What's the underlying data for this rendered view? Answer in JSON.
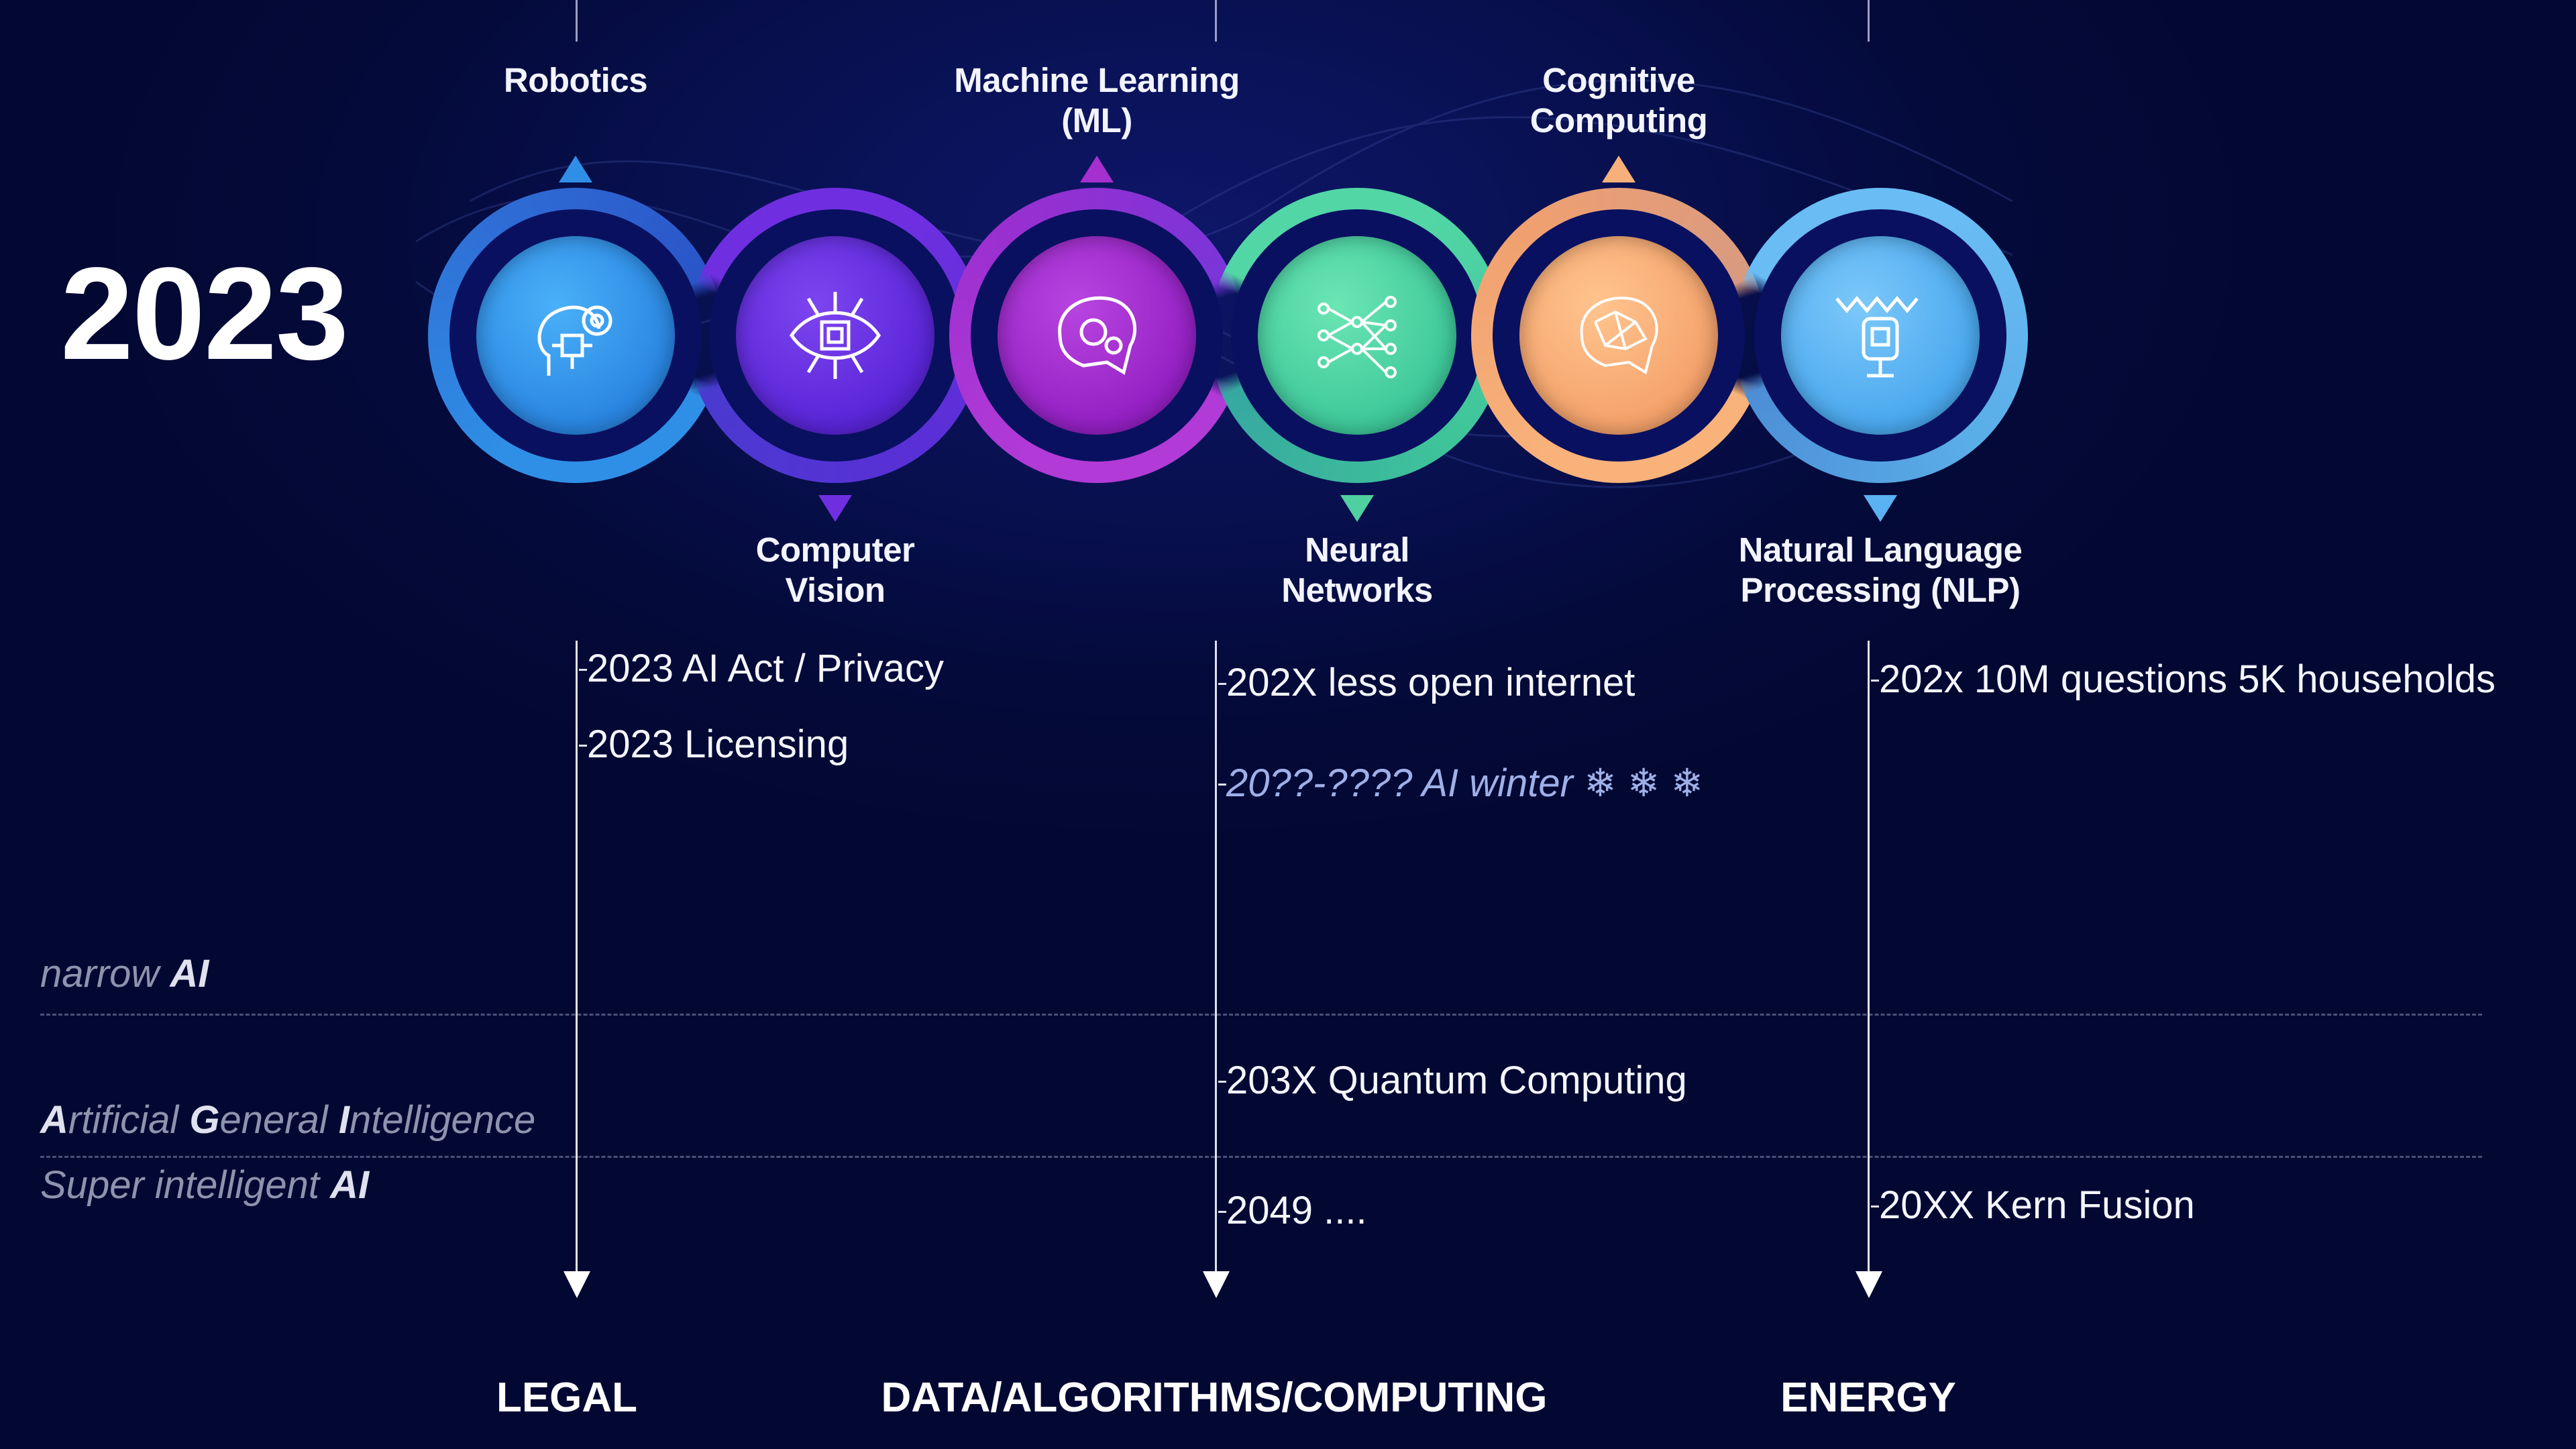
{
  "year": "2023",
  "technologies": [
    {
      "label": "Robotics",
      "position": "top",
      "color": "#2f8fe6",
      "icon": "robot-head-gear-icon"
    },
    {
      "label": "Computer\nVision",
      "position": "bottom",
      "color": "#6f2fe0",
      "icon": "eye-chip-icon"
    },
    {
      "label": "Machine Learning\n(ML)",
      "position": "top",
      "color": "#a62fd0",
      "icon": "brain-gears-icon"
    },
    {
      "label": "Neural\nNetworks",
      "position": "bottom",
      "color": "#4fd0a0",
      "icon": "neural-network-icon"
    },
    {
      "label": "Cognitive\nComputing",
      "position": "top",
      "color": "#f7b07a",
      "icon": "brain-network-icon"
    },
    {
      "label": "Natural Language\nProcessing (NLP)",
      "position": "bottom",
      "color": "#5ab2f2",
      "icon": "microphone-icon"
    }
  ],
  "columns": [
    {
      "category": "LEGAL",
      "events": [
        {
          "text": "2023 AI Act / Privacy",
          "style": "normal"
        },
        {
          "text": "2023 Licensing",
          "style": "normal"
        }
      ]
    },
    {
      "category": "DATA/ALGORITHMS/COMPUTING",
      "events": [
        {
          "text": "202X less open internet",
          "style": "normal"
        },
        {
          "text": "20??-????  AI winter ❄ ❄ ❄",
          "style": "muted"
        },
        {
          "text": "203X Quantum Computing",
          "style": "normal"
        },
        {
          "text": "2049 ....",
          "style": "normal"
        }
      ]
    },
    {
      "category": "ENERGY",
      "events": [
        {
          "text": "202x 10M questions 5K households",
          "style": "normal"
        },
        {
          "text": "20XX Kern Fusion",
          "style": "normal"
        }
      ]
    }
  ],
  "levels": {
    "narrow": {
      "text": "narrow ",
      "bold": "AI"
    },
    "general": {
      "a1": "A",
      "a2": "rtificial ",
      "g1": "G",
      "g2": "eneral ",
      "i1": "I",
      "i2": "ntelligence"
    },
    "super": {
      "text": "Super intelligent ",
      "bold": "AI"
    }
  }
}
